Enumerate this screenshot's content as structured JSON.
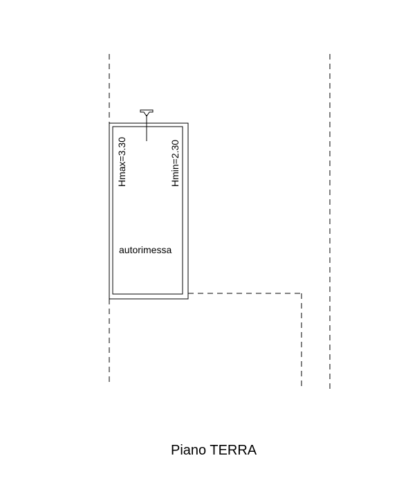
{
  "floor_plan": {
    "title": "Piano TERRA",
    "room_name": "autorimessa",
    "height_max_label": "Hmax=3.30",
    "height_min_label": "Hmin=2.30",
    "entrance_icon": "arrow-down-icon"
  }
}
